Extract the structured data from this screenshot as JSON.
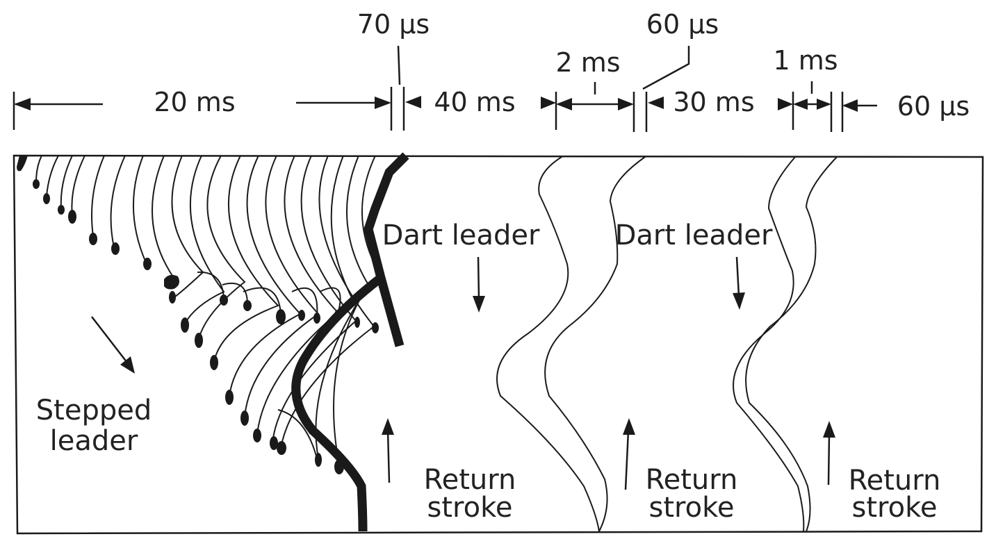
{
  "timing": {
    "t_70us": "70 µs",
    "t_60us_top": "60 µs",
    "t_2ms": "2 ms",
    "t_1ms": "1 ms",
    "t_20ms": "20 ms",
    "t_40ms": "40 ms",
    "t_30ms": "30 ms",
    "t_60us_right": "60 µs"
  },
  "labels": {
    "dart_leader_1": "Dart leader",
    "dart_leader_2": "Dart leader",
    "stepped_leader_line1": "Stepped",
    "stepped_leader_line2": "leader",
    "return_stroke_1_line1": "Return",
    "return_stroke_1_line2": "stroke",
    "return_stroke_2_line1": "Return",
    "return_stroke_2_line2": "stroke",
    "return_stroke_3_line1": "Return",
    "return_stroke_3_line2": "stroke"
  },
  "colors": {
    "ink": "#1a1a1a",
    "background": "#ffffff"
  }
}
